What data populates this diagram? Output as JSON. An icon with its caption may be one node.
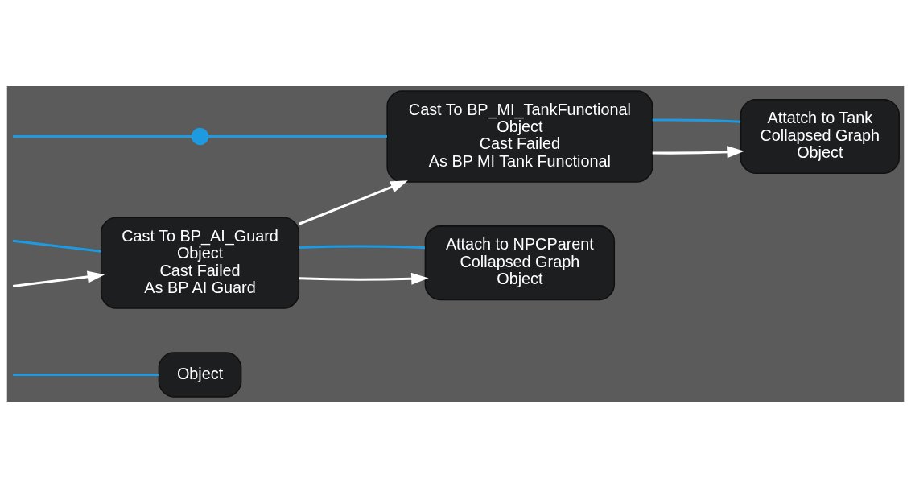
{
  "diagram": {
    "nodes": [
      {
        "text": [
          "Object"
        ]
      },
      {
        "text": [
          "Cast To BP_AI_Guard",
          "Object",
          "Cast Failed",
          "As BP AI Guard"
        ]
      },
      {
        "text": [
          "Attach to NPCParent",
          "Collapsed Graph",
          "Object"
        ]
      },
      {
        "text": [
          "Cast To BP_MI_TankFunctional",
          "Object",
          "Cast Failed",
          "As BP MI Tank Functional"
        ]
      },
      {
        "text": [
          "Attatch to Tank",
          "Collapsed Graph",
          "Object"
        ]
      },
      {
        "text": [],
        "shape": "circle"
      }
    ],
    "edges": [
      {
        "from": null,
        "to": 0,
        "arrow": "none"
      },
      {
        "from": null,
        "to": 1,
        "arrow": "none"
      },
      {
        "from": null,
        "to": 1,
        "arrow": "to",
        "color": "#ffffff"
      },
      {
        "from": 1,
        "to": 2,
        "arrow": "to",
        "color": "#ffffff"
      },
      {
        "from": 1,
        "to": 2,
        "arrow": "none"
      },
      {
        "from": null,
        "to": 5,
        "arrow": "none"
      },
      {
        "from": 1,
        "to": 3,
        "arrow": "to",
        "color": "#ffffff"
      },
      {
        "from": 5,
        "to": 3,
        "arrow": "none"
      },
      {
        "from": 3,
        "to": 4,
        "arrow": "to",
        "color": "#ffffff"
      },
      {
        "from": 3,
        "to": 4,
        "arrow": "none"
      }
    ]
  }
}
